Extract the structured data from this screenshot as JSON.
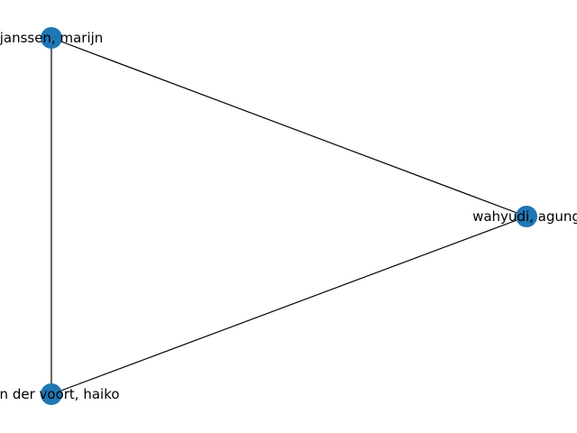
{
  "graph": {
    "node_color": "#1f77b4",
    "edge_color": "#000000",
    "nodes": [
      {
        "id": "janssen",
        "label": "janssen, marijn"
      },
      {
        "id": "wahyudi",
        "label": "wahyudi, agung"
      },
      {
        "id": "vandervoort",
        "label": "van der voort, haiko"
      }
    ],
    "edges": [
      {
        "source": "janssen",
        "target": "wahyudi"
      },
      {
        "source": "janssen",
        "target": "vandervoort"
      },
      {
        "source": "vandervoort",
        "target": "wahyudi"
      }
    ]
  }
}
